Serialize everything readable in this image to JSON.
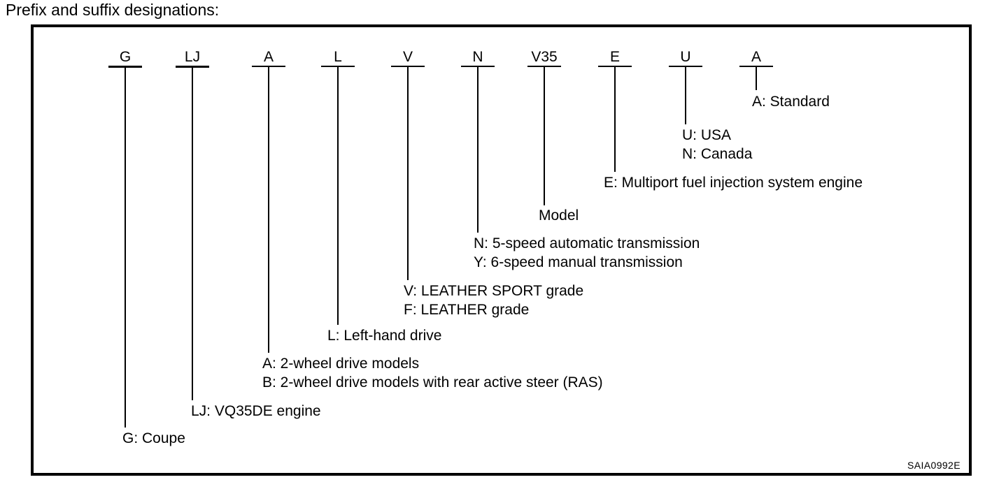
{
  "page": {
    "title": "Prefix and suffix designations:"
  },
  "colors": {
    "ink": "#000000",
    "paper": "#ffffff"
  },
  "diagram": {
    "figure_code": "SAIA0992E",
    "items": [
      {
        "code": "G",
        "lines": [
          "G: Coupe"
        ]
      },
      {
        "code": "LJ",
        "lines": [
          "LJ: VQ35DE engine"
        ]
      },
      {
        "code": "A",
        "lines": [
          "A: 2-wheel drive models",
          "B: 2-wheel drive models with rear active steer (RAS)"
        ]
      },
      {
        "code": "L",
        "lines": [
          "L: Left-hand drive"
        ]
      },
      {
        "code": "V",
        "lines": [
          "V: LEATHER SPORT grade",
          "F: LEATHER grade"
        ]
      },
      {
        "code": "N",
        "lines": [
          "N: 5-speed automatic transmission",
          "Y: 6-speed manual transmission"
        ]
      },
      {
        "code": "V35",
        "lines": [
          "Model"
        ]
      },
      {
        "code": "E",
        "lines": [
          "E: Multiport fuel injection system engine"
        ]
      },
      {
        "code": "U",
        "lines": [
          "U: USA",
          "N: Canada"
        ]
      },
      {
        "code": "A",
        "lines": [
          "A: Standard"
        ]
      }
    ]
  }
}
